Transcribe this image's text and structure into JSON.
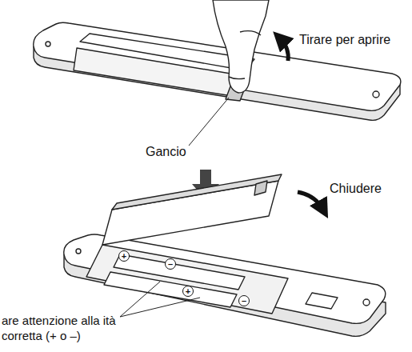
{
  "diagram": {
    "labels": [
      "Tirare per aprire",
      "Gancio",
      "Chiudere",
      "are attenzione alla ità corretta (+ o –)",
      "+",
      "–",
      "+",
      "–"
    ]
  }
}
